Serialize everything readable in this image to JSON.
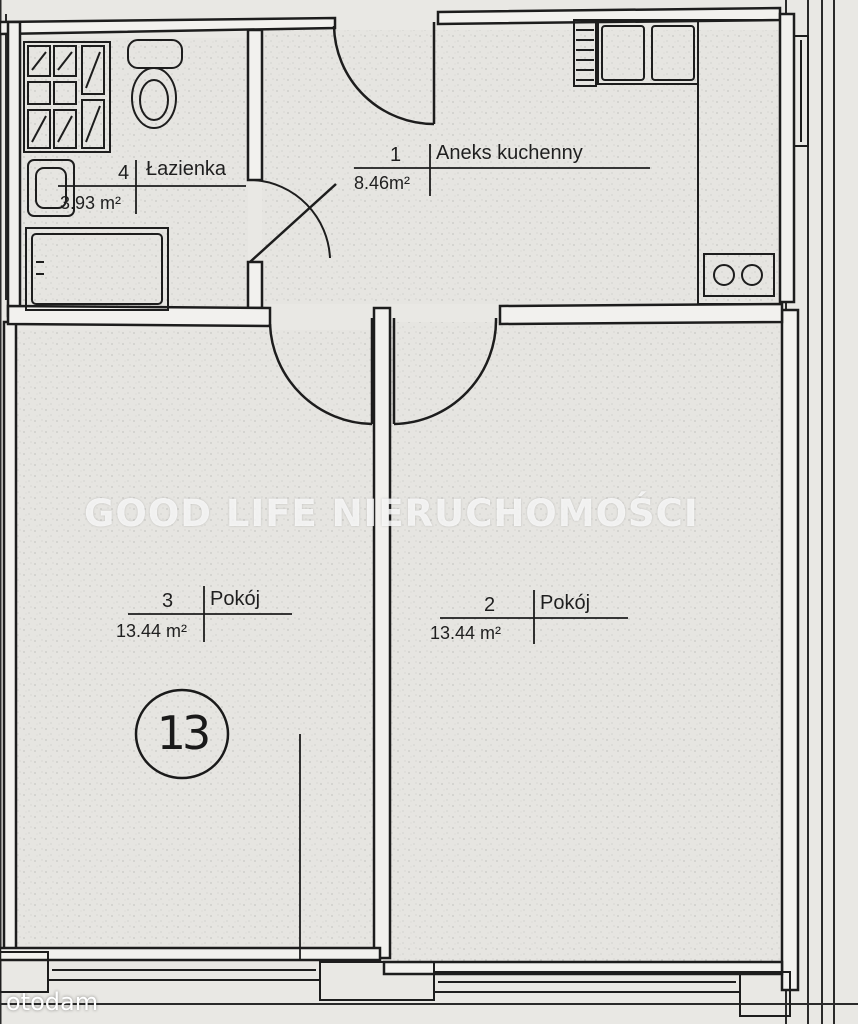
{
  "rooms": [
    {
      "number": "1",
      "name": "Aneks kuchenny",
      "area": "8.46m²"
    },
    {
      "number": "2",
      "name": "Pokój",
      "area": "13.44 m²"
    },
    {
      "number": "3",
      "name": "Pokój",
      "area": "13.44 m²"
    },
    {
      "number": "4",
      "name": "Łazienka",
      "area": "3.93 m²"
    }
  ],
  "unit_number": "13",
  "watermark": "GOOD LIFE NIERUCHOMOŚCI",
  "brand": "otodam"
}
